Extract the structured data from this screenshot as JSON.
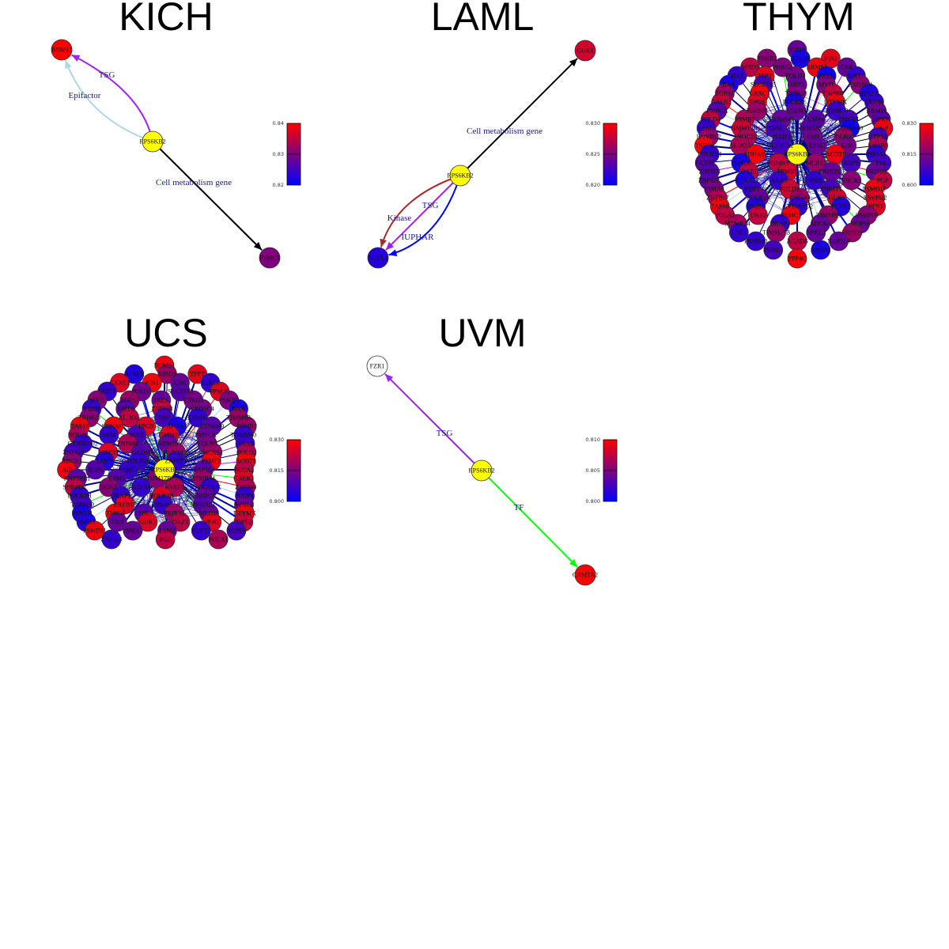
{
  "hub": "RPS6KB2",
  "panels": [
    {
      "title": "KICH",
      "colorbar": {
        "ticks": [
          "0.84",
          "0.83",
          "0.82"
        ],
        "range": [
          0.82,
          0.84
        ]
      },
      "nodes": [
        {
          "label": "RPS6KB2",
          "value": null,
          "hub": true
        },
        {
          "label": "BRMS1",
          "value": 0.84
        },
        {
          "label": "PSMC3",
          "value": 0.83
        }
      ],
      "edges": [
        {
          "from": "RPS6KB2",
          "to": "BRMS1",
          "type": "TSG",
          "color": "#a020f0"
        },
        {
          "from": "RPS6KB2",
          "to": "BRMS1",
          "type": "Epifactor",
          "color": "#add8e6"
        },
        {
          "from": "RPS6KB2",
          "to": "PSMC3",
          "type": "Cell metabolism gene",
          "color": "#000000"
        }
      ]
    },
    {
      "title": "LAML",
      "colorbar": {
        "ticks": [
          "0.830",
          "0.825",
          "0.820"
        ],
        "range": [
          0.82,
          0.83
        ]
      },
      "nodes": [
        {
          "label": "RPS6KB2",
          "value": null,
          "hub": true
        },
        {
          "label": "GUK1",
          "value": 0.8282
        },
        {
          "label": "SCYL1",
          "value": 0.8215
        }
      ],
      "edges": [
        {
          "from": "RPS6KB2",
          "to": "GUK1",
          "type": "Cell metabolism gene",
          "color": "#000000"
        },
        {
          "from": "RPS6KB2",
          "to": "SCYL1",
          "type": "Kinase",
          "color": "#a52a2a"
        },
        {
          "from": "RPS6KB2",
          "to": "SCYL1",
          "type": "TSG",
          "color": "#a020f0"
        },
        {
          "from": "RPS6KB2",
          "to": "SCYL1",
          "type": "IUPHAR",
          "color": "#0000ff"
        }
      ]
    },
    {
      "title": "THYM",
      "colorbar": {
        "ticks": [
          "0.830",
          "0.815",
          "0.800"
        ],
        "range": [
          0.8,
          0.83
        ]
      },
      "dense": true,
      "nodes": [
        [
          "SIRT6",
          0.812
        ],
        [
          "PSMB2",
          0.816
        ],
        [
          "STK16",
          0.803
        ],
        [
          "PIN1",
          0.827
        ],
        [
          "MBD3",
          0.822
        ],
        [
          "PHKG2",
          0.815
        ],
        [
          "BRMS1",
          0.828
        ],
        [
          "CSK",
          0.812
        ],
        [
          "MAZ",
          0.806
        ],
        [
          "TFPT",
          0.827
        ],
        [
          "POLD1",
          0.814
        ],
        [
          "PREB",
          0.802
        ],
        [
          "SIRT7",
          0.806
        ],
        [
          "BAX",
          0.803
        ],
        [
          "SLC27A5",
          0.808
        ],
        [
          "IRF3",
          0.812
        ],
        [
          "MVD",
          0.815
        ],
        [
          "EXOSC4",
          0.816
        ],
        [
          "ZGPAT",
          0.818
        ],
        [
          "CXXC1",
          0.829
        ],
        [
          "TRIM28",
          0.815
        ],
        [
          "ZNF668",
          0.822
        ],
        [
          "H2AFX",
          0.804
        ],
        [
          "GALK1",
          0.823
        ],
        [
          "FPGS",
          0.826
        ],
        [
          "POLR2E",
          0.803
        ],
        [
          "DTYMK",
          0.828
        ],
        [
          "GUOK",
          0.806
        ],
        [
          "PMPCA",
          0.81
        ],
        [
          "ZNF688",
          0.818
        ],
        [
          "EGLN3",
          0.812
        ],
        [
          "TIMM50",
          0.807
        ],
        [
          "RBM10",
          0.813
        ],
        [
          "POLD4",
          0.822
        ],
        [
          "PSMB7",
          0.82
        ],
        [
          "C17orf49",
          0.812
        ],
        [
          "LSM4",
          0.81
        ],
        [
          "THYN1",
          0.808
        ],
        [
          "APRT",
          0.81
        ],
        [
          "LSM1",
          0.806
        ],
        [
          "TIMM13",
          0.824
        ],
        [
          "SRM",
          0.808
        ],
        [
          "MFSD2B",
          0.81
        ],
        [
          "TOMM40",
          0.802
        ],
        [
          "AIP",
          0.828
        ],
        [
          "RUVBL2",
          0.817
        ],
        [
          "NOC2L",
          0.82
        ],
        [
          "NAIF1",
          0.808
        ],
        [
          "FAH",
          0.813
        ],
        [
          "DGKZ",
          0.818
        ],
        [
          "GTF3A",
          0.808
        ],
        [
          "TSSC4",
          0.829
        ],
        [
          "ALDOA",
          0.82
        ],
        [
          "GLTSCR2",
          0.808
        ],
        [
          "LSM2",
          0.812
        ],
        [
          "EBP",
          0.814
        ],
        [
          "SNRPB",
          0.82
        ],
        [
          "POLR3H",
          0.806
        ],
        [
          "SDHAF2",
          0.829
        ],
        [
          "ACOT8",
          0.828
        ],
        [
          "PSMA4",
          0.806
        ],
        [
          "GCDH",
          0.81
        ],
        [
          "PSMD8",
          0.803
        ],
        [
          "PSMB3",
          0.822
        ],
        [
          "MCRS1",
          0.818
        ],
        [
          "RRP8",
          0.808
        ],
        [
          "FBL",
          0.808
        ],
        [
          "ZNF653",
          0.81
        ],
        [
          "OAZ1",
          0.822
        ],
        [
          "PPM1G",
          0.824
        ],
        [
          "RNPEPL1",
          0.812
        ],
        [
          "MED18",
          0.812
        ],
        [
          "ZNF428",
          0.81
        ],
        [
          "HTRA2",
          0.804
        ],
        [
          "AAAS",
          0.806
        ],
        [
          "GNB2L1",
          0.806
        ],
        [
          "RBCK1",
          0.816
        ],
        [
          "PGP",
          0.822
        ],
        [
          "PSMA5",
          0.814
        ],
        [
          "FZR1",
          0.806
        ],
        [
          "POLD2",
          0.824
        ],
        [
          "ZNHIT1",
          0.808
        ],
        [
          "PSMD11",
          0.828
        ],
        [
          "ZBTB17",
          0.82
        ],
        [
          "POLR2K",
          0.812
        ],
        [
          "ZNF444",
          0.818
        ],
        [
          "GUK1",
          0.824
        ],
        [
          "SNRPD2",
          0.826
        ],
        [
          "TAF10",
          0.828
        ],
        [
          "HMBS",
          0.804
        ],
        [
          "CYB561D2",
          0.806
        ],
        [
          "PCYT2",
          0.804
        ],
        [
          "PFN1",
          0.826
        ],
        [
          "POLA2",
          0.822
        ],
        [
          "TWF2",
          0.823
        ],
        [
          "PSMC1",
          0.828
        ],
        [
          "TIMM8B",
          0.818
        ],
        [
          "SNRPD1",
          0.816
        ],
        [
          "MTMR14",
          0.82
        ],
        [
          "DRAP1",
          0.806
        ],
        [
          "ADCK4",
          0.812
        ],
        [
          "NOP56",
          0.812
        ],
        [
          "USF1",
          0.806
        ],
        [
          "TIMM17B",
          0.818
        ],
        [
          "NPRL2",
          0.812
        ],
        [
          "PRPF31",
          0.818
        ],
        [
          "PSMB10",
          0.806
        ],
        [
          "ACADS",
          0.822
        ],
        [
          "NAP1L4",
          0.812
        ],
        [
          "PSME1",
          0.808
        ],
        [
          "APOA1",
          0.803
        ],
        [
          "PPP4C",
          0.829
        ]
      ]
    },
    {
      "title": "UCS",
      "colorbar": {
        "ticks": [
          "0.830",
          "0.815",
          "0.800"
        ],
        "range": [
          0.8,
          0.83
        ]
      },
      "dense": true,
      "nodes": [
        [
          "BRMS1",
          0.828
        ],
        [
          "H2AFX",
          0.804
        ],
        [
          "MBD3",
          0.818
        ],
        [
          "TFPT",
          0.827
        ],
        [
          "CXXC1",
          0.826
        ],
        [
          "PIN1",
          0.829
        ],
        [
          "CSK",
          0.812
        ],
        [
          "STK16",
          0.806
        ],
        [
          "SIRT7",
          0.806
        ],
        [
          "POLD1",
          0.813
        ],
        [
          "SLC27A5",
          0.81
        ],
        [
          "PPM1G",
          0.826
        ],
        [
          "MVD",
          0.816
        ],
        [
          "ZGPAT",
          0.818
        ],
        [
          "IRF3",
          0.812
        ],
        [
          "PHKG2",
          0.814
        ],
        [
          "PSMB2",
          0.815
        ],
        [
          "PREB",
          0.806
        ],
        [
          "SIRT6",
          0.81
        ],
        [
          "ZNF668",
          0.822
        ],
        [
          "EXOSC4",
          0.814
        ],
        [
          "BAX",
          0.803
        ],
        [
          "TRIM28",
          0.816
        ],
        [
          "ALDOA",
          0.822
        ],
        [
          "EBP",
          0.808
        ],
        [
          "THYN1",
          0.806
        ],
        [
          "TIMM8B",
          0.818
        ],
        [
          "TAF10",
          0.828
        ],
        [
          "SDHAF2",
          0.829
        ],
        [
          "FPGS",
          0.826
        ],
        [
          "APOA1",
          0.803
        ],
        [
          "C17orf49",
          0.81
        ],
        [
          "PSMB7",
          0.818
        ],
        [
          "NOC2L",
          0.82
        ],
        [
          "SRM",
          0.806
        ],
        [
          "MAZ",
          0.808
        ],
        [
          "TIMM13",
          0.826
        ],
        [
          "PMPCA",
          0.812
        ],
        [
          "TOMM40",
          0.806
        ],
        [
          "CYB561D2",
          0.806
        ],
        [
          "ZNF688",
          0.82
        ],
        [
          "RBM10",
          0.812
        ],
        [
          "EGLN3",
          0.814
        ],
        [
          "AAAS",
          0.806
        ],
        [
          "ZNF428",
          0.808
        ],
        [
          "PSMB3",
          0.826
        ],
        [
          "GCDH",
          0.81
        ],
        [
          "RUVBL2",
          0.818
        ],
        [
          "MCRS1",
          0.818
        ],
        [
          "POLD2",
          0.82
        ],
        [
          "RBCK1",
          0.816
        ],
        [
          "LSM3",
          0.804
        ],
        [
          "POLR2E",
          0.806
        ],
        [
          "ZNHIT1",
          0.806
        ],
        [
          "PSMC3",
          0.828
        ],
        [
          "ACOT8",
          0.828
        ],
        [
          "AIP",
          0.828
        ],
        [
          "RRP8",
          0.81
        ],
        [
          "PSME1",
          0.806
        ],
        [
          "NAP1L4",
          0.81
        ],
        [
          "POLA2",
          0.822
        ],
        [
          "RNPEPL1",
          0.81
        ],
        [
          "LSM1",
          0.81
        ],
        [
          "TIMM17B",
          0.816
        ],
        [
          "MTMR14",
          0.818
        ],
        [
          "GALK1",
          0.826
        ],
        [
          "SNRPD2",
          0.822
        ],
        [
          "DGKZ",
          0.816
        ],
        [
          "GTF3A",
          0.806
        ],
        [
          "SNRPB",
          0.82
        ],
        [
          "DGUOK",
          0.806
        ],
        [
          "ZNF444",
          0.82
        ],
        [
          "POLR2H",
          0.806
        ],
        [
          "DRAP1",
          0.806
        ],
        [
          "POLR3H",
          0.826
        ],
        [
          "SNRPD1",
          0.812
        ],
        [
          "NAIF1",
          0.806
        ],
        [
          "TIMM50",
          0.808
        ],
        [
          "ZBTB17",
          0.826
        ],
        [
          "PARP",
          0.806
        ],
        [
          "MFSD2B",
          0.81
        ],
        [
          "NPRL2",
          0.812
        ],
        [
          "PSMD8",
          0.803
        ],
        [
          "TSSC4",
          0.829
        ],
        [
          "FBL",
          0.81
        ],
        [
          "PRPF31",
          0.818
        ],
        [
          "MED18",
          0.812
        ],
        [
          "DTYMK",
          0.828
        ],
        [
          "HMBS",
          0.804
        ],
        [
          "FAH",
          0.812
        ],
        [
          "GUK1",
          0.826
        ],
        [
          "OAZ1",
          0.822
        ],
        [
          "PFN1",
          0.826
        ],
        [
          "TWF2",
          0.823
        ],
        [
          "PSMD11",
          0.828
        ],
        [
          "PSMA5",
          0.812
        ],
        [
          "LSM2",
          0.812
        ],
        [
          "PCYT2",
          0.806
        ],
        [
          "NOP56",
          0.808
        ],
        [
          "ZNF653",
          0.806
        ],
        [
          "PGP",
          0.822
        ],
        [
          "POLA1",
          0.82
        ]
      ]
    },
    {
      "title": "UVM",
      "colorbar": {
        "ticks": [
          "0.810",
          "0.805",
          "0.800"
        ],
        "range": [
          0.8,
          0.81
        ]
      },
      "nodes": [
        {
          "label": "RPS6KB2",
          "value": null,
          "hub": true
        },
        {
          "label": "FZR1",
          "value": null
        },
        {
          "label": "CAMTA2",
          "value": 0.81
        }
      ],
      "edges": [
        {
          "from": "RPS6KB2",
          "to": "FZR1",
          "type": "TSG",
          "color": "#a020f0"
        },
        {
          "from": "RPS6KB2",
          "to": "CAMTA2",
          "type": "TF",
          "color": "#00ff00"
        }
      ]
    }
  ],
  "colors": {
    "hub": "#ffff00",
    "low": "#0000ff",
    "high": "#ff0000",
    "edge_label": "#1a1a8c"
  }
}
